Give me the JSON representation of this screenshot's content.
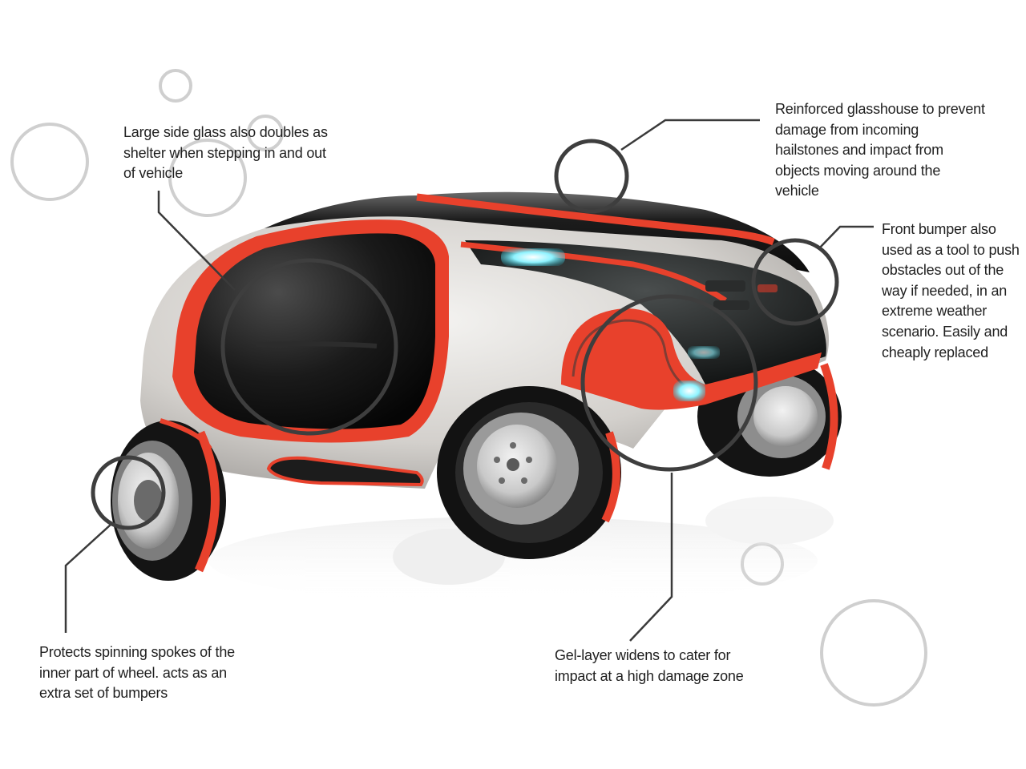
{
  "callouts": {
    "side_glass": [
      "Large side glass also doubles as",
      "shelter when stepping in and out",
      "of vehicle"
    ],
    "glasshouse": [
      "Reinforced glasshouse to prevent",
      "damage from incoming",
      "hailstones and impact from",
      "objects moving around the",
      "vehicle"
    ],
    "front_bumper": [
      "Front bumper also",
      "used as a tool to push",
      "obstacles out of the",
      "way if needed, in an",
      "extreme weather",
      "scenario. Easily and",
      "cheaply replaced"
    ],
    "gel_layer": [
      "Gel-layer widens to cater for",
      "impact at a high damage zone"
    ],
    "wheel_spokes": [
      "Protects spinning spokes of the",
      "inner part of wheel. acts as an",
      "extra set of bumpers"
    ]
  },
  "colors": {
    "text": "#1f1f1f",
    "leader": "#3a3a3a",
    "decor_ring": "#cfcfcf",
    "body_shell": "#cdcac6",
    "accent_red": "#e8412c",
    "glass": "#151515",
    "light_cyan": "#8ef3ff"
  }
}
